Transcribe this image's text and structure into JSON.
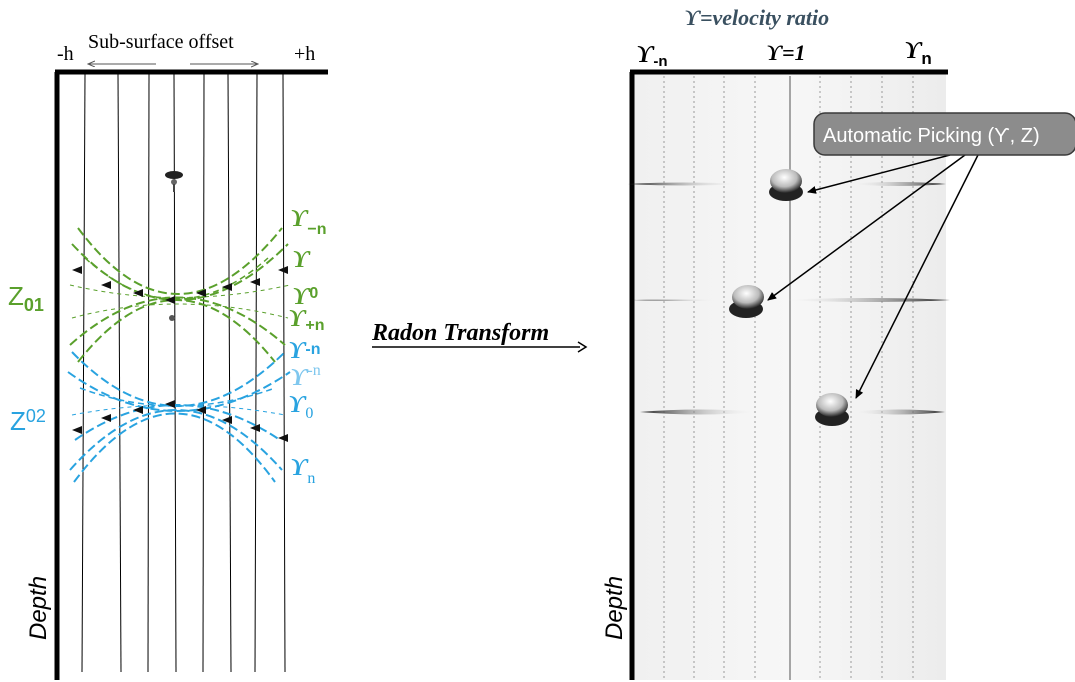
{
  "left_panel": {
    "offset_title": "Sub-surface offset",
    "left_end": "-h",
    "right_end": "+h",
    "depth_label": "Depth",
    "z1": {
      "main": "Z",
      "sub": "01"
    },
    "z2": {
      "main": "Z",
      "sub": "02"
    },
    "green_labels": [
      {
        "main": "ϒ",
        "sub": "−n"
      },
      {
        "main": "ϒ",
        "sub": ""
      },
      {
        "main": "ϒ",
        "sub": "0"
      },
      {
        "main": "ϒ",
        "sub": "+n"
      }
    ],
    "blue_labels": [
      {
        "main": "ϒ",
        "sub": "-n"
      },
      {
        "main": "ϒ",
        "sub": "-n"
      },
      {
        "main": "ϒ",
        "sub": "0"
      },
      {
        "main": "ϒ",
        "sub": "n"
      }
    ],
    "colors": {
      "green": "#5aa02c",
      "blue": "#29a3e0"
    }
  },
  "middle": {
    "transform_label": "Radon Transform"
  },
  "right_panel": {
    "top_title": "ϒ=velocity ratio",
    "axis_left": {
      "main": "ϒ",
      "sub": "-n"
    },
    "axis_center": "ϒ=1",
    "axis_right": {
      "main": "ϒ",
      "sub": "n"
    },
    "picking_label": "Automatic Picking (ϒ, Z)",
    "depth_label": "Depth"
  }
}
